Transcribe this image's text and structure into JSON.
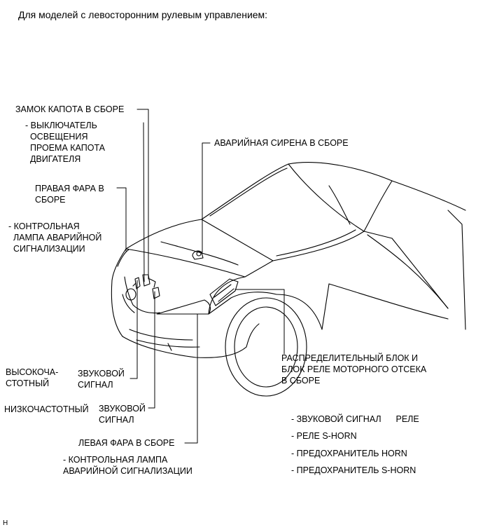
{
  "header": "Для моделей с левосторонним рулевым управлением:",
  "labels": {
    "hood_lock": "ЗАМОК КАПОТА В СБОРЕ",
    "hood_switch": "- ВЫКЛЮЧАТЕЛЬ\n  ОСВЕЩЕНИЯ\n  ПРОЕМА КАПОТА\n  ДВИГАТЕЛЯ",
    "alarm_siren": "АВАРИЙНАЯ СИРЕНА В СБОРЕ",
    "right_headlamp": "ПРАВАЯ ФАРА В\nСБОРЕ",
    "right_hazard": "- КОНТРОЛЬНАЯ\n  ЛАМПА АВАРИЙНОЙ\n  СИГНАЛИЗАЦИИ",
    "high_pitch": "ВЫСОКОЧА-\nСТОТНЫЙ",
    "horn_high": "ЗВУКОВОЙ\nСИГНАЛ",
    "low_pitch": "НИЗКОЧАСТОТНЫЙ",
    "horn_low": "ЗВУКОВОЙ\nСИГНАЛ",
    "left_headlamp": "ЛЕВАЯ ФАРА В СБОРЕ",
    "left_hazard": "- КОНТРОЛЬНАЯ ЛАМПА\nАВАРИЙНОЙ СИГНАЛИЗАЦИИ",
    "relay_block": "РАСПРЕДЕЛИТЕЛЬНЫЙ БЛОК И\nБЛОК РЕЛЕ МОТОРНОГО ОТСЕКА\nВ СБОРЕ",
    "horn_relay": "- ЗВУКОВОЙ СИГНАЛ      РЕЛЕ",
    "s_horn_relay": "- РЕЛЕ S-HORN",
    "horn_fuse": "- ПРЕДОХРАНИТЕЛЬ HORN",
    "s_horn_fuse": "- ПРЕДОХРАНИТЕЛЬ S-HORN"
  },
  "footer": "H"
}
